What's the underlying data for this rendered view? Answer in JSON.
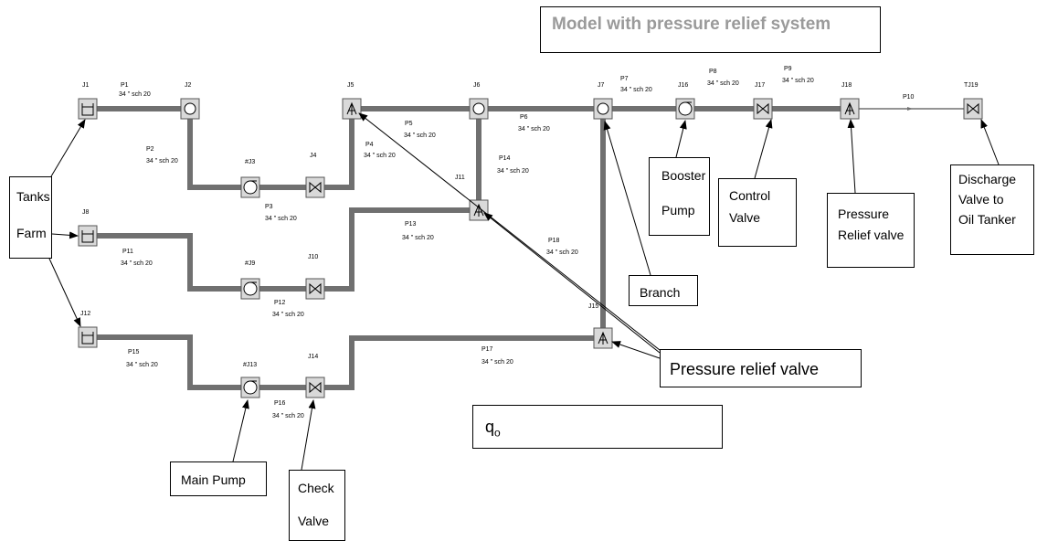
{
  "title": "Model with pressure relief system",
  "callouts": {
    "tanks_farm_1": "Tanks",
    "tanks_farm_2": "Farm",
    "booster_1": "Booster",
    "booster_2": "Pump",
    "control_1": "Control",
    "control_2": "Valve",
    "relief_1": "Pressure",
    "relief_2": "Relief valve",
    "discharge_1": "Discharge",
    "discharge_2": "Valve to",
    "discharge_3": "Oil Tanker",
    "branch": "Branch",
    "pressure_relief_valve": "Pressure relief valve",
    "main_pump": "Main Pump",
    "check_1": "Check",
    "check_2": "Valve",
    "flow": "q",
    "flow_sub": "o"
  },
  "junctions": {
    "J1": "J1",
    "J2": "J2",
    "J3": "#J3",
    "J4": "J4",
    "J5": "J5",
    "J6": "J6",
    "J7": "J7",
    "J8": "J8",
    "J9": "#J9",
    "J10": "J10",
    "J11": "J11",
    "J12": "J12",
    "J13": "#J13",
    "J14": "J14",
    "J15": "J15",
    "J16": "J16",
    "J17": "J17",
    "J18": "J18",
    "TJ19": "TJ19"
  },
  "pipes": {
    "P1": "P1",
    "P2": "P2",
    "P3": "P3",
    "P4": "P4",
    "P5": "P5",
    "P6": "P6",
    "P7": "P7",
    "P8": "P8",
    "P9": "P9",
    "P10": "P10",
    "P11": "P11",
    "P12": "P12",
    "P13": "P13",
    "P14": "P14",
    "P15": "P15",
    "P16": "P16",
    "P17": "P17",
    "P18": "P18"
  },
  "pipe_spec": "34 \" sch 20"
}
